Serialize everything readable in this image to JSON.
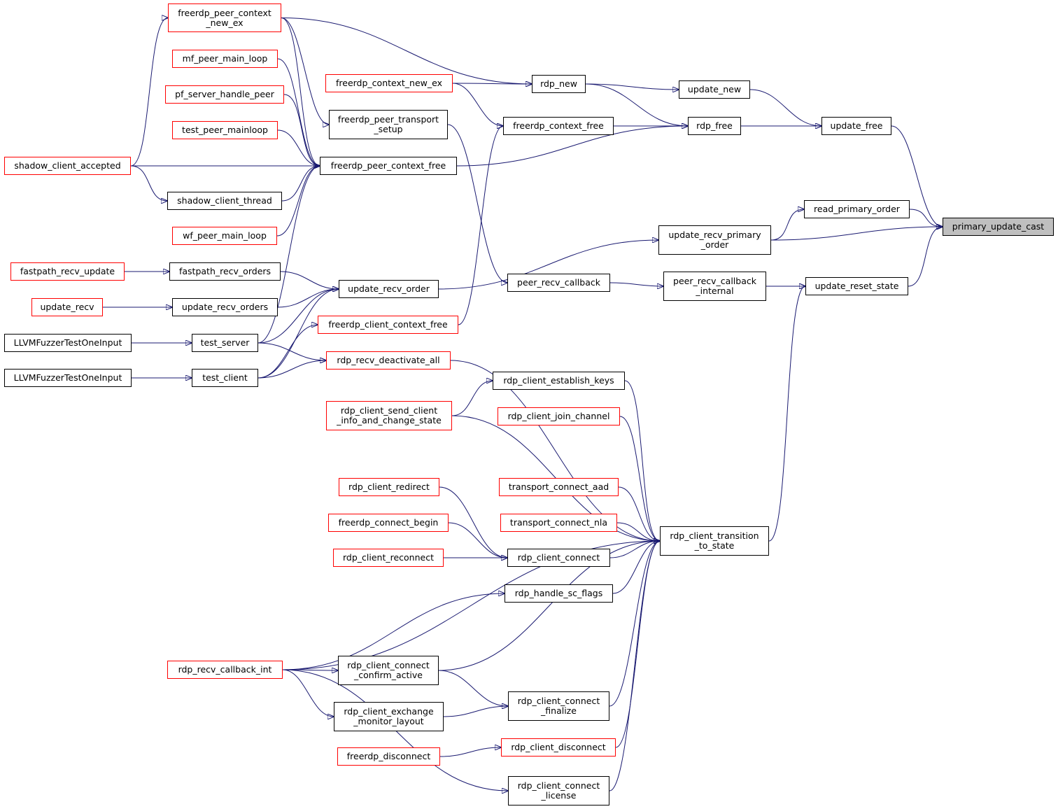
{
  "colors": {
    "edge": "#191970",
    "root_fill": "#bfbfbf",
    "truncated_border": "#ff0000",
    "normal_border": "#000000"
  },
  "nodes": [
    {
      "id": "primary_update_cast",
      "label": "primary_update_cast",
      "style": "root"
    },
    {
      "id": "read_primary_order",
      "label": "read_primary_order",
      "style": "normal"
    },
    {
      "id": "update_recv_primary_order",
      "label": "update_recv_primary\n_order",
      "style": "normal"
    },
    {
      "id": "update_free",
      "label": "update_free",
      "style": "normal"
    },
    {
      "id": "update_reset_state",
      "label": "update_reset_state",
      "style": "normal"
    },
    {
      "id": "update_new",
      "label": "update_new",
      "style": "normal"
    },
    {
      "id": "rdp_free",
      "label": "rdp_free",
      "style": "normal"
    },
    {
      "id": "rdp_new",
      "label": "rdp_new",
      "style": "normal"
    },
    {
      "id": "freerdp_context_free",
      "label": "freerdp_context_free",
      "style": "normal"
    },
    {
      "id": "freerdp_context_new_ex",
      "label": "freerdp_context_new_ex",
      "style": "truncated"
    },
    {
      "id": "freerdp_peer_context_new_ex",
      "label": "freerdp_peer_context\n_new_ex",
      "style": "truncated"
    },
    {
      "id": "mf_peer_main_loop",
      "label": "mf_peer_main_loop",
      "style": "truncated"
    },
    {
      "id": "pf_server_handle_peer",
      "label": "pf_server_handle_peer",
      "style": "truncated"
    },
    {
      "id": "test_peer_mainloop",
      "label": "test_peer_mainloop",
      "style": "truncated"
    },
    {
      "id": "shadow_client_accepted",
      "label": "shadow_client_accepted",
      "style": "truncated"
    },
    {
      "id": "freerdp_peer_transport_setup",
      "label": "freerdp_peer_transport\n_setup",
      "style": "normal"
    },
    {
      "id": "freerdp_peer_context_free",
      "label": "freerdp_peer_context_free",
      "style": "normal"
    },
    {
      "id": "shadow_client_thread",
      "label": "shadow_client_thread",
      "style": "normal"
    },
    {
      "id": "wf_peer_main_loop",
      "label": "wf_peer_main_loop",
      "style": "truncated"
    },
    {
      "id": "fastpath_recv_update",
      "label": "fastpath_recv_update",
      "style": "truncated"
    },
    {
      "id": "fastpath_recv_orders",
      "label": "fastpath_recv_orders",
      "style": "normal"
    },
    {
      "id": "update_recv_order",
      "label": "update_recv_order",
      "style": "normal"
    },
    {
      "id": "update_recv",
      "label": "update_recv",
      "style": "truncated"
    },
    {
      "id": "update_recv_orders",
      "label": "update_recv_orders",
      "style": "normal"
    },
    {
      "id": "llvm1",
      "label": "LLVMFuzzerTestOneInput",
      "style": "normal"
    },
    {
      "id": "test_server",
      "label": "test_server",
      "style": "normal"
    },
    {
      "id": "llvm2",
      "label": "LLVMFuzzerTestOneInput",
      "style": "normal"
    },
    {
      "id": "test_client",
      "label": "test_client",
      "style": "normal"
    },
    {
      "id": "peer_recv_callback",
      "label": "peer_recv_callback",
      "style": "normal"
    },
    {
      "id": "peer_recv_callback_internal",
      "label": "peer_recv_callback\n_internal",
      "style": "normal"
    },
    {
      "id": "freerdp_client_context_free",
      "label": "freerdp_client_context_free",
      "style": "truncated"
    },
    {
      "id": "rdp_recv_deactivate_all",
      "label": "rdp_recv_deactivate_all",
      "style": "truncated"
    },
    {
      "id": "rdp_client_establish_keys",
      "label": "rdp_client_establish_keys",
      "style": "normal"
    },
    {
      "id": "rdp_client_send_client_info",
      "label": "rdp_client_send_client\n_info_and_change_state",
      "style": "truncated"
    },
    {
      "id": "rdp_client_join_channel",
      "label": "rdp_client_join_channel",
      "style": "truncated"
    },
    {
      "id": "rdp_client_redirect",
      "label": "rdp_client_redirect",
      "style": "truncated"
    },
    {
      "id": "transport_connect_aad",
      "label": "transport_connect_aad",
      "style": "truncated"
    },
    {
      "id": "freerdp_connect_begin",
      "label": "freerdp_connect_begin",
      "style": "truncated"
    },
    {
      "id": "transport_connect_nla",
      "label": "transport_connect_nla",
      "style": "truncated"
    },
    {
      "id": "rdp_client_transition_to_state",
      "label": "rdp_client_transition\n_to_state",
      "style": "normal"
    },
    {
      "id": "rdp_client_reconnect",
      "label": "rdp_client_reconnect",
      "style": "truncated"
    },
    {
      "id": "rdp_client_connect",
      "label": "rdp_client_connect",
      "style": "normal"
    },
    {
      "id": "rdp_handle_sc_flags",
      "label": "rdp_handle_sc_flags",
      "style": "normal"
    },
    {
      "id": "rdp_recv_callback_int",
      "label": "rdp_recv_callback_int",
      "style": "truncated"
    },
    {
      "id": "rdp_client_connect_confirm_active",
      "label": "rdp_client_connect\n_confirm_active",
      "style": "normal"
    },
    {
      "id": "rdp_client_exchange_monitor_layout",
      "label": "rdp_client_exchange\n_monitor_layout",
      "style": "normal"
    },
    {
      "id": "rdp_client_connect_finalize",
      "label": "rdp_client_connect\n_finalize",
      "style": "normal"
    },
    {
      "id": "freerdp_disconnect",
      "label": "freerdp_disconnect",
      "style": "truncated"
    },
    {
      "id": "rdp_client_disconnect",
      "label": "rdp_client_disconnect",
      "style": "truncated"
    },
    {
      "id": "rdp_client_connect_license",
      "label": "rdp_client_connect\n_license",
      "style": "normal"
    }
  ],
  "edges": [
    [
      "read_primary_order",
      "primary_update_cast"
    ],
    [
      "update_recv_primary_order",
      "primary_update_cast"
    ],
    [
      "update_free",
      "primary_update_cast"
    ],
    [
      "update_reset_state",
      "primary_update_cast"
    ],
    [
      "update_recv_primary_order",
      "read_primary_order"
    ],
    [
      "update_new",
      "update_free"
    ],
    [
      "rdp_free",
      "update_free"
    ],
    [
      "rdp_new",
      "update_new"
    ],
    [
      "rdp_new",
      "rdp_free"
    ],
    [
      "freerdp_context_free",
      "rdp_free"
    ],
    [
      "freerdp_peer_context_free",
      "rdp_free"
    ],
    [
      "freerdp_context_new_ex",
      "rdp_new"
    ],
    [
      "freerdp_peer_context_new_ex",
      "rdp_new"
    ],
    [
      "freerdp_context_new_ex",
      "freerdp_context_free"
    ],
    [
      "freerdp_client_context_free",
      "freerdp_context_free"
    ],
    [
      "shadow_client_accepted",
      "freerdp_peer_context_new_ex"
    ],
    [
      "freerdp_peer_context_new_ex",
      "freerdp_peer_transport_setup"
    ],
    [
      "freerdp_peer_context_new_ex",
      "freerdp_peer_context_free"
    ],
    [
      "mf_peer_main_loop",
      "freerdp_peer_context_free"
    ],
    [
      "pf_server_handle_peer",
      "freerdp_peer_context_free"
    ],
    [
      "test_peer_mainloop",
      "freerdp_peer_context_free"
    ],
    [
      "shadow_client_accepted",
      "freerdp_peer_context_free"
    ],
    [
      "shadow_client_thread",
      "freerdp_peer_context_free"
    ],
    [
      "wf_peer_main_loop",
      "freerdp_peer_context_free"
    ],
    [
      "test_server",
      "freerdp_peer_context_free"
    ],
    [
      "shadow_client_accepted",
      "shadow_client_thread"
    ],
    [
      "freerdp_peer_transport_setup",
      "peer_recv_callback"
    ],
    [
      "peer_recv_callback",
      "peer_recv_callback_internal"
    ],
    [
      "peer_recv_callback_internal",
      "update_reset_state"
    ],
    [
      "update_recv_order",
      "update_recv_primary_order"
    ],
    [
      "fastpath_recv_update",
      "fastpath_recv_orders"
    ],
    [
      "fastpath_recv_orders",
      "update_recv_order"
    ],
    [
      "update_recv",
      "update_recv_orders"
    ],
    [
      "update_recv_orders",
      "update_recv_order"
    ],
    [
      "test_server",
      "update_recv_order"
    ],
    [
      "test_client",
      "update_recv_order"
    ],
    [
      "llvm1",
      "test_server"
    ],
    [
      "llvm2",
      "test_client"
    ],
    [
      "test_server",
      "rdp_recv_deactivate_all"
    ],
    [
      "test_client",
      "rdp_recv_deactivate_all"
    ],
    [
      "test_client",
      "freerdp_client_context_free"
    ],
    [
      "rdp_client_transition_to_state",
      "update_reset_state"
    ],
    [
      "rdp_recv_deactivate_all",
      "rdp_client_transition_to_state"
    ],
    [
      "rdp_client_establish_keys",
      "rdp_client_transition_to_state"
    ],
    [
      "rdp_client_send_client_info",
      "rdp_client_establish_keys"
    ],
    [
      "rdp_client_send_client_info",
      "rdp_client_transition_to_state"
    ],
    [
      "rdp_client_join_channel",
      "rdp_client_transition_to_state"
    ],
    [
      "transport_connect_aad",
      "rdp_client_transition_to_state"
    ],
    [
      "transport_connect_nla",
      "rdp_client_transition_to_state"
    ],
    [
      "rdp_client_redirect",
      "rdp_client_connect"
    ],
    [
      "freerdp_connect_begin",
      "rdp_client_connect"
    ],
    [
      "rdp_client_reconnect",
      "rdp_client_connect"
    ],
    [
      "rdp_client_connect",
      "rdp_client_transition_to_state"
    ],
    [
      "rdp_handle_sc_flags",
      "rdp_client_transition_to_state"
    ],
    [
      "rdp_recv_callback_int",
      "rdp_handle_sc_flags"
    ],
    [
      "rdp_recv_callback_int",
      "rdp_client_transition_to_state"
    ],
    [
      "rdp_recv_callback_int",
      "rdp_client_connect_confirm_active"
    ],
    [
      "rdp_recv_callback_int",
      "rdp_client_exchange_monitor_layout"
    ],
    [
      "rdp_recv_callback_int",
      "rdp_client_connect_license"
    ],
    [
      "rdp_client_connect_confirm_active",
      "rdp_client_transition_to_state"
    ],
    [
      "rdp_client_connect_confirm_active",
      "rdp_client_connect_finalize"
    ],
    [
      "rdp_client_exchange_monitor_layout",
      "rdp_client_connect_finalize"
    ],
    [
      "rdp_client_connect_finalize",
      "rdp_client_transition_to_state"
    ],
    [
      "freerdp_disconnect",
      "rdp_client_disconnect"
    ],
    [
      "rdp_client_disconnect",
      "rdp_client_transition_to_state"
    ],
    [
      "rdp_client_connect_license",
      "rdp_client_transition_to_state"
    ]
  ]
}
